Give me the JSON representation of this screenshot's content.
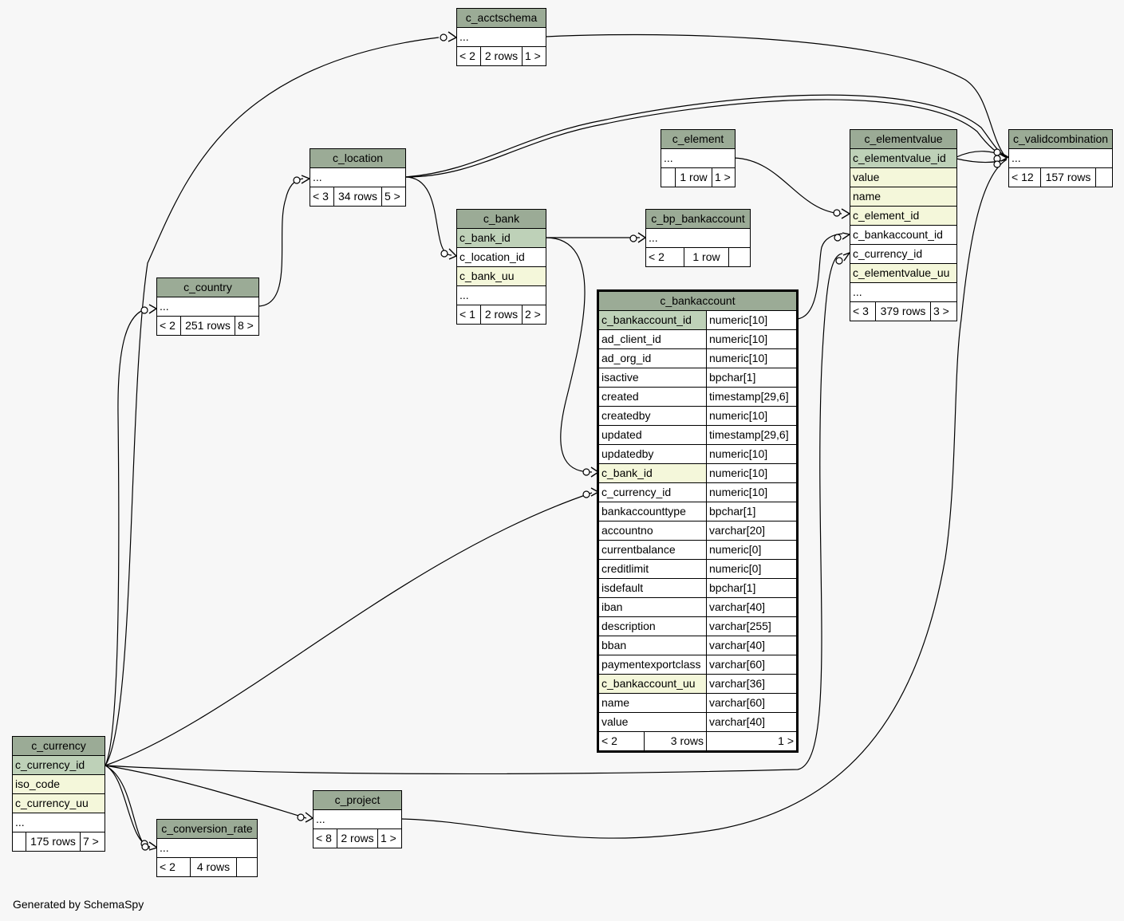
{
  "footer": "Generated by SchemaSpy",
  "tables": {
    "c_acctschema": {
      "name": "c_acctschema",
      "rows": [
        "..."
      ],
      "nav": [
        "< 2",
        "2 rows",
        "1 >"
      ]
    },
    "c_location": {
      "name": "c_location",
      "rows": [
        "..."
      ],
      "nav": [
        "< 3",
        "34 rows",
        "5 >"
      ]
    },
    "c_element": {
      "name": "c_element",
      "rows": [
        "..."
      ],
      "nav": [
        "",
        "1 row",
        "1 >"
      ]
    },
    "c_elementvalue": {
      "name": "c_elementvalue",
      "rows": [
        "c_elementvalue_id",
        "value",
        "name",
        "c_element_id",
        "c_bankaccount_id",
        "c_currency_id",
        "c_elementvalue_uu",
        "..."
      ],
      "nav": [
        "< 3",
        "379 rows",
        "3 >"
      ]
    },
    "c_validcombination": {
      "name": "c_validcombination",
      "rows": [
        "..."
      ],
      "nav": [
        "< 12",
        "157 rows",
        ""
      ]
    },
    "c_bank": {
      "name": "c_bank",
      "rows": [
        "c_bank_id",
        "c_location_id",
        "c_bank_uu",
        "..."
      ],
      "nav": [
        "< 1",
        "2 rows",
        "2 >"
      ]
    },
    "c_bp_bankaccount": {
      "name": "c_bp_bankaccount",
      "rows": [
        "..."
      ],
      "nav": [
        "< 2",
        "1 row",
        ""
      ]
    },
    "c_country": {
      "name": "c_country",
      "rows": [
        "..."
      ],
      "nav": [
        "< 2",
        "251 rows",
        "8 >"
      ]
    },
    "c_currency": {
      "name": "c_currency",
      "rows": [
        "c_currency_id",
        "iso_code",
        "c_currency_uu",
        "..."
      ],
      "nav": [
        "",
        "175 rows",
        "7 >"
      ]
    },
    "c_conversion_rate": {
      "name": "c_conversion_rate",
      "rows": [
        "..."
      ],
      "nav": [
        "< 2",
        "4 rows",
        ""
      ]
    },
    "c_project": {
      "name": "c_project",
      "rows": [
        "..."
      ],
      "nav": [
        "< 8",
        "2 rows",
        "1 >"
      ]
    },
    "c_bankaccount": {
      "name": "c_bankaccount",
      "columns": [
        [
          "c_bankaccount_id",
          "numeric[10]"
        ],
        [
          "ad_client_id",
          "numeric[10]"
        ],
        [
          "ad_org_id",
          "numeric[10]"
        ],
        [
          "isactive",
          "bpchar[1]"
        ],
        [
          "created",
          "timestamp[29,6]"
        ],
        [
          "createdby",
          "numeric[10]"
        ],
        [
          "updated",
          "timestamp[29,6]"
        ],
        [
          "updatedby",
          "numeric[10]"
        ],
        [
          "c_bank_id",
          "numeric[10]"
        ],
        [
          "c_currency_id",
          "numeric[10]"
        ],
        [
          "bankaccounttype",
          "bpchar[1]"
        ],
        [
          "accountno",
          "varchar[20]"
        ],
        [
          "currentbalance",
          "numeric[0]"
        ],
        [
          "creditlimit",
          "numeric[0]"
        ],
        [
          "isdefault",
          "bpchar[1]"
        ],
        [
          "iban",
          "varchar[40]"
        ],
        [
          "description",
          "varchar[255]"
        ],
        [
          "bban",
          "varchar[40]"
        ],
        [
          "paymentexportclass",
          "varchar[60]"
        ],
        [
          "c_bankaccount_uu",
          "varchar[36]"
        ],
        [
          "name",
          "varchar[60]"
        ],
        [
          "value",
          "varchar[40]"
        ]
      ],
      "nav": [
        "< 2",
        "3 rows",
        "1 >"
      ]
    }
  },
  "colors": {
    "header": "#9bab96",
    "primary_key": "#bed1b8",
    "indexed": "#f4f7da",
    "background": "#f7f7f7"
  }
}
